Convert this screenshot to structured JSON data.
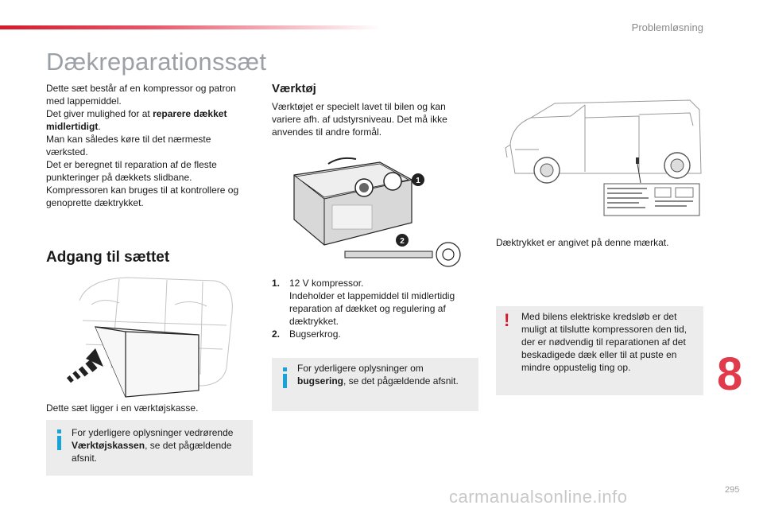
{
  "header": {
    "section_label": "Problemløsning",
    "accent_color": "#d61a2a"
  },
  "page_title": "Dækreparationssæt",
  "intro": {
    "line1": "Dette sæt består af en kompressor og patron med lappemiddel.",
    "line2_prefix": "Det giver mulighed for at ",
    "line2_bold": "reparere dækket midlertidigt",
    "line2_suffix": ".",
    "line3": "Man kan således køre til det nærmeste værksted.",
    "line4": "Det er beregnet til reparation af de fleste punkteringer på dækkets slidbane.",
    "line5": "Kompressoren kan bruges til at kontrollere og genoprette dæktrykket."
  },
  "access_section": {
    "heading": "Adgang til sættet",
    "caption": "Dette sæt ligger i en værktøjskasse.",
    "info_prefix": "For yderligere oplysninger vedrørende ",
    "info_bold": "Værktøjskassen",
    "info_suffix": ", se det pågældende afsnit."
  },
  "tools_section": {
    "heading": "Værktøj",
    "text": "Værktøjet er specielt lavet til bilen og kan variere afh. af udstyrsniveau. Det må ikke anvendes til andre formål.",
    "callout_1": "1",
    "callout_2": "2",
    "items": [
      {
        "num": "1.",
        "line1": "12 V kompressor.",
        "line2": "Indeholder et lappemiddel til midlertidig reparation af dækket og regulering af dæktrykket."
      },
      {
        "num": "2.",
        "line1": "Bugserkrog.",
        "line2": ""
      }
    ],
    "info_prefix": "For yderligere oplysninger om ",
    "info_bold": "bugsering",
    "info_suffix": ", se det pågældende afsnit."
  },
  "label_section": {
    "caption": "Dæktrykket er angivet på denne mærkat.",
    "warning_icon": "!",
    "warning_text": "Med bilens elektriske kredsløb er det muligt at tilslutte kompressoren den tid, der er nødvendig til reparationen af det beskadigede dæk eller til at puste en mindre oppustelig ting op."
  },
  "chapter_number": "8",
  "page_number": "295",
  "watermark": "carmanualsonline.info"
}
